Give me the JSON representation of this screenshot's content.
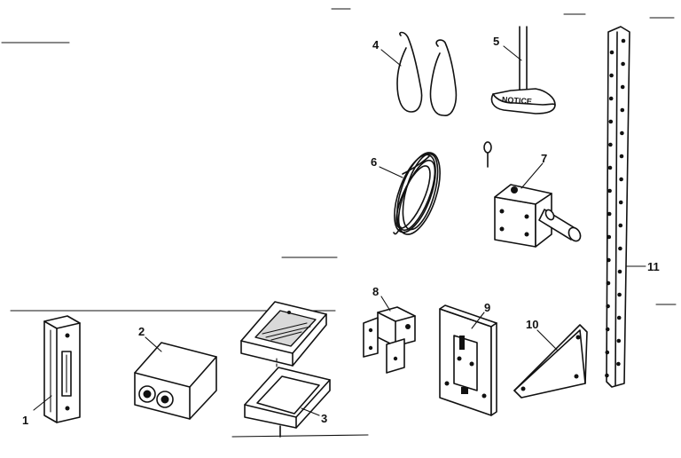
{
  "diagram": {
    "callouts": [
      {
        "id": "1",
        "label": "1",
        "part": "part-1-wall-control-switch"
      },
      {
        "id": "2",
        "label": "2",
        "part": "part-2-battery"
      },
      {
        "id": "3",
        "label": "3",
        "part": "part-3-transmitter"
      },
      {
        "id": "4",
        "label": "4",
        "part": "part-4-clips"
      },
      {
        "id": "5",
        "label": "5",
        "part": "part-5-notice-tag"
      },
      {
        "id": "6",
        "label": "6",
        "part": "part-6-wire-coil"
      },
      {
        "id": "7",
        "label": "7",
        "part": "part-7-bracket-with-pin"
      },
      {
        "id": "8",
        "label": "8",
        "part": "part-8-small-bracket"
      },
      {
        "id": "9",
        "label": "9",
        "part": "part-9-plate-bracket"
      },
      {
        "id": "10",
        "label": "10",
        "part": "part-10-triangle-bracket"
      },
      {
        "id": "11",
        "label": "11",
        "part": "part-11-perforated-strap"
      }
    ],
    "tag_text": "NOTICE"
  }
}
